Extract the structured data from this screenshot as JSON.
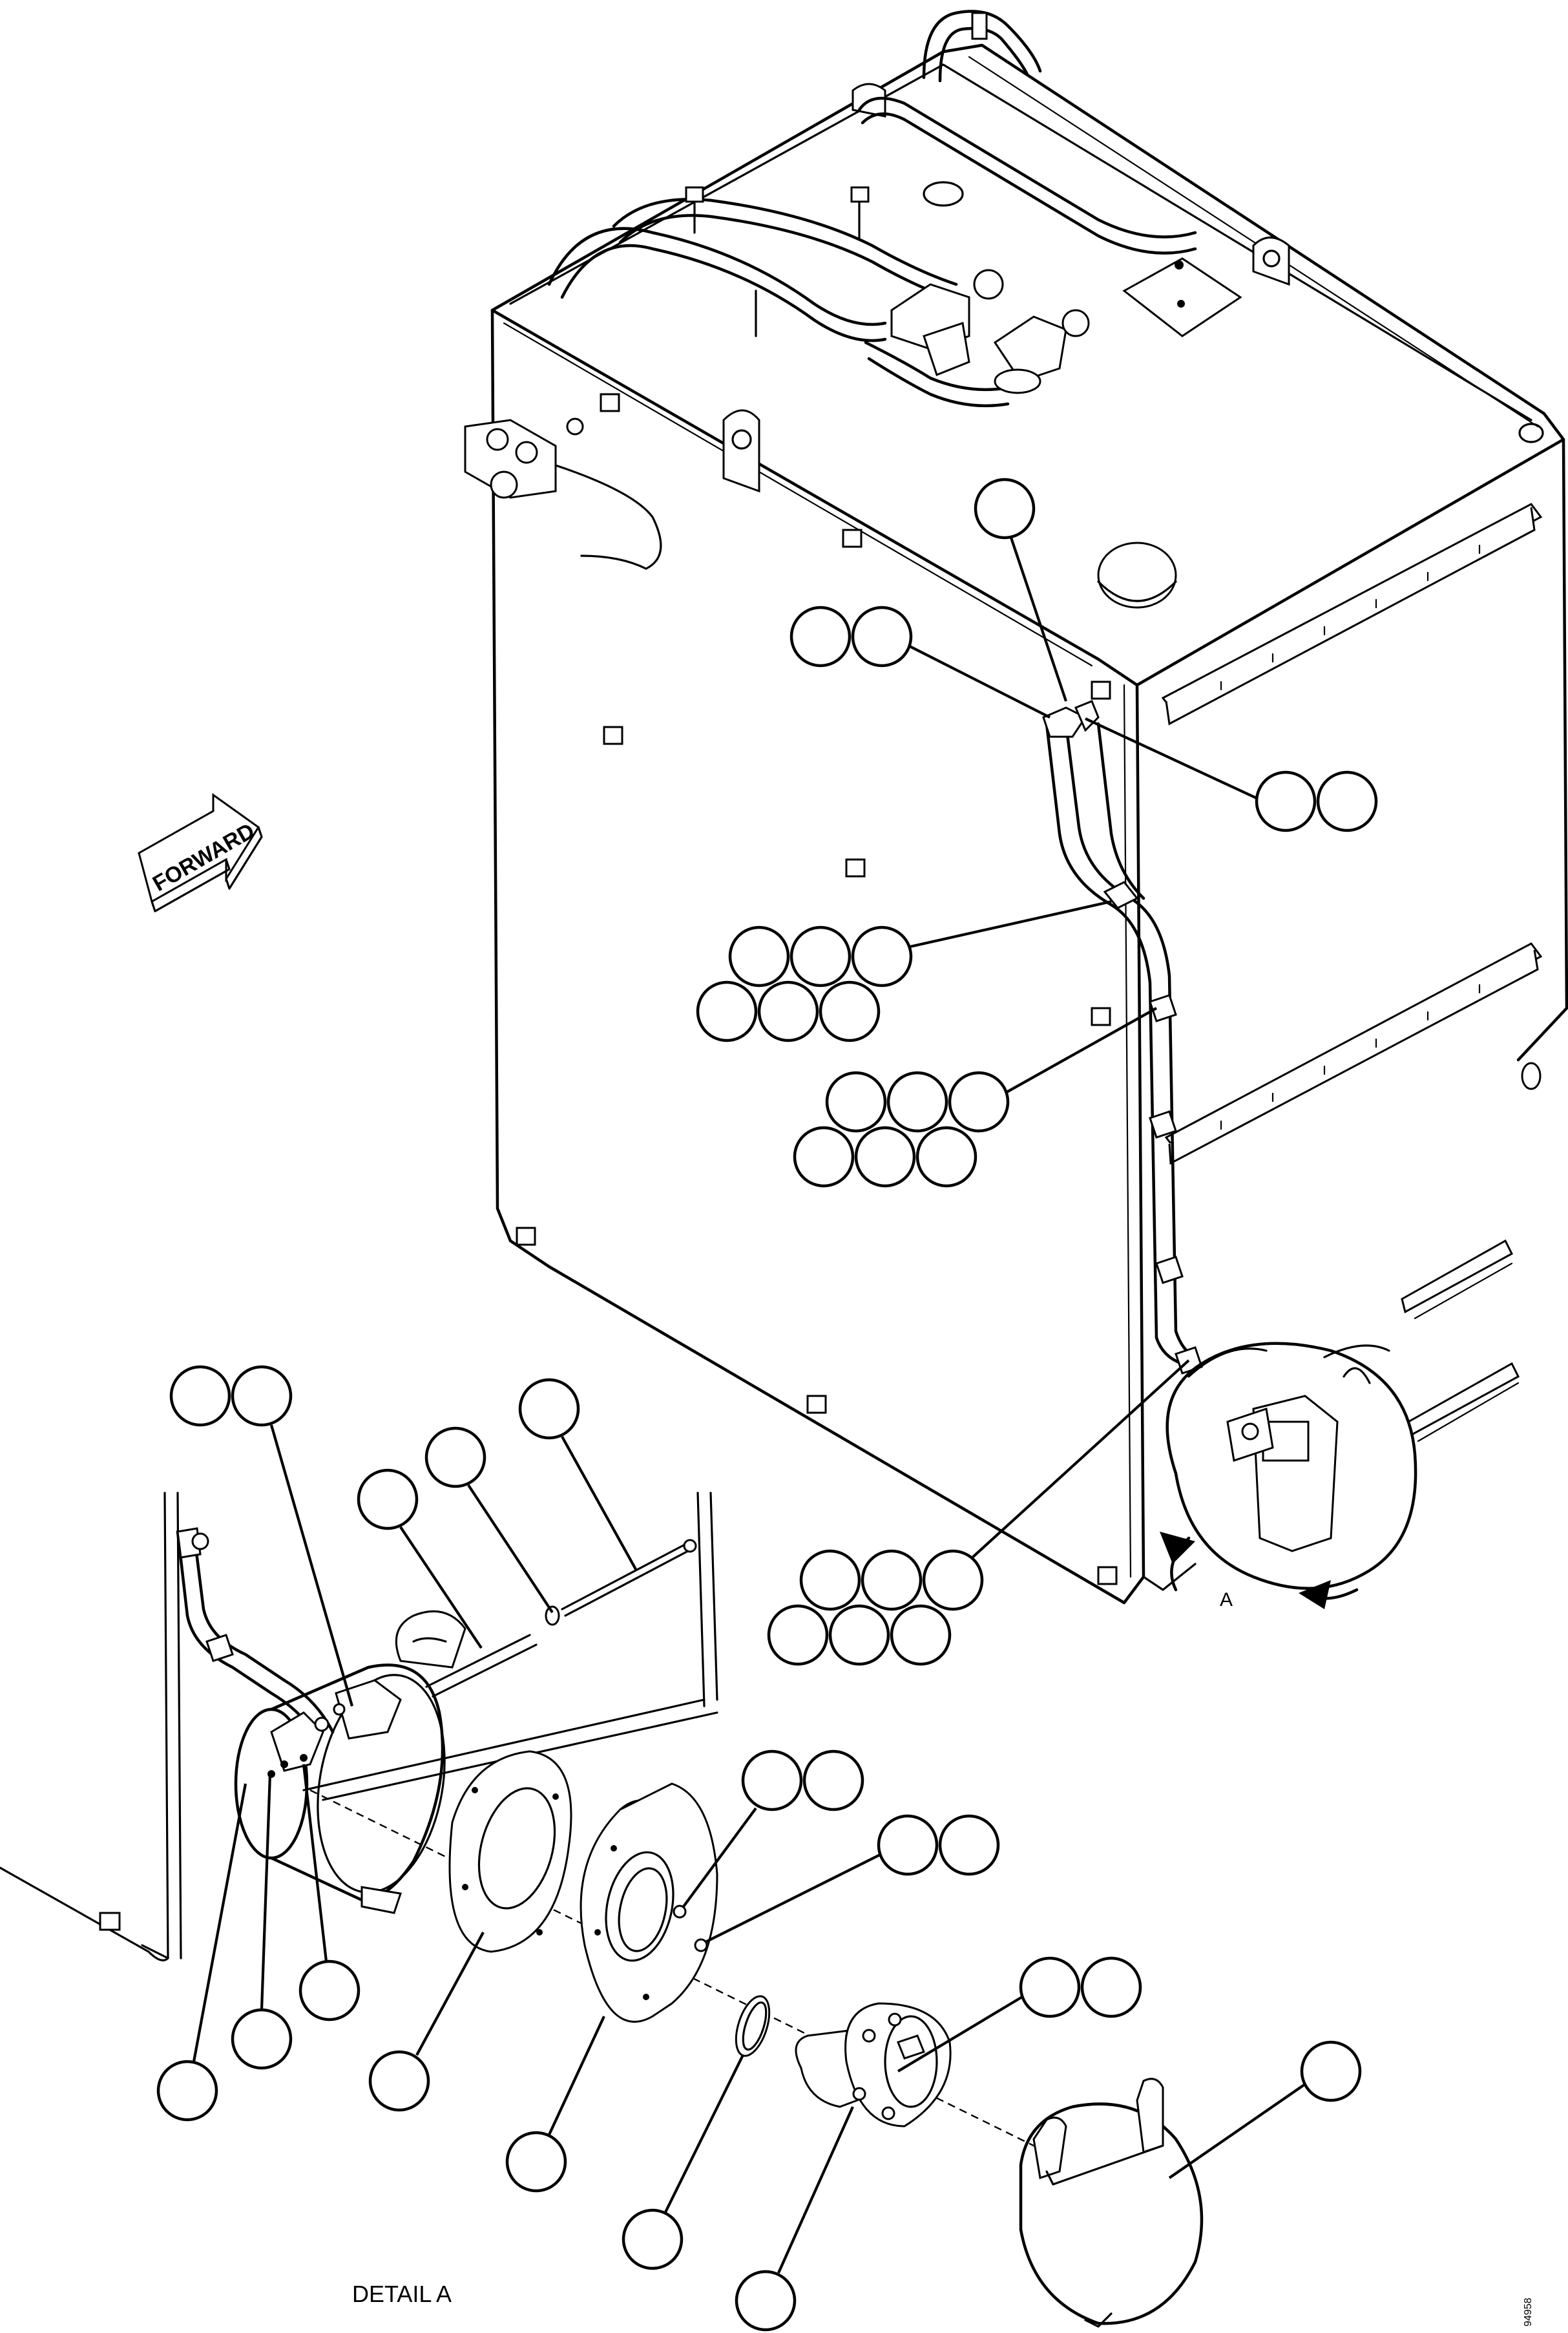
{
  "labels": {
    "forward_arrow": "FORWARD",
    "view_marker": "A",
    "detail_title": "DETAIL A",
    "figure_code": "94958"
  }
}
